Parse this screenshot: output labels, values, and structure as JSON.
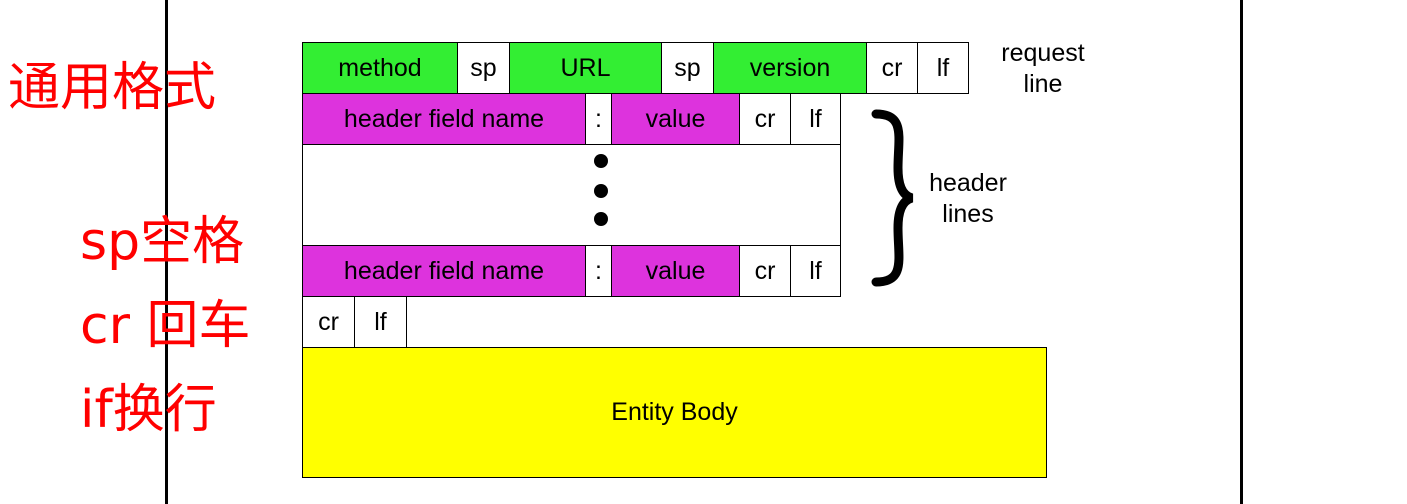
{
  "annotations": {
    "general_format": "通用格式",
    "sp": "sp空格",
    "cr": "cr 回车",
    "lf": "if换行"
  },
  "request_line": {
    "method": "method",
    "sp1": "sp",
    "url": "URL",
    "sp2": "sp",
    "version": "version",
    "cr": "cr",
    "lf": "lf",
    "label_line1": "request",
    "label_line2": "line"
  },
  "header_line_1": {
    "name": "header field name",
    "colon": ":",
    "value": "value",
    "cr": "cr",
    "lf": "lf"
  },
  "header_line_2": {
    "name": "header field name",
    "colon": ":",
    "value": "value",
    "cr": "cr",
    "lf": "lf"
  },
  "header_lines_label": {
    "line1": "header",
    "line2": "lines"
  },
  "blank_line": {
    "cr": "cr",
    "lf": "lf"
  },
  "entity_body": "Entity Body",
  "colors": {
    "green": "#33ee33",
    "magenta": "#dd33dd",
    "yellow": "#ffff00",
    "annotation_red": "#ff0000"
  }
}
